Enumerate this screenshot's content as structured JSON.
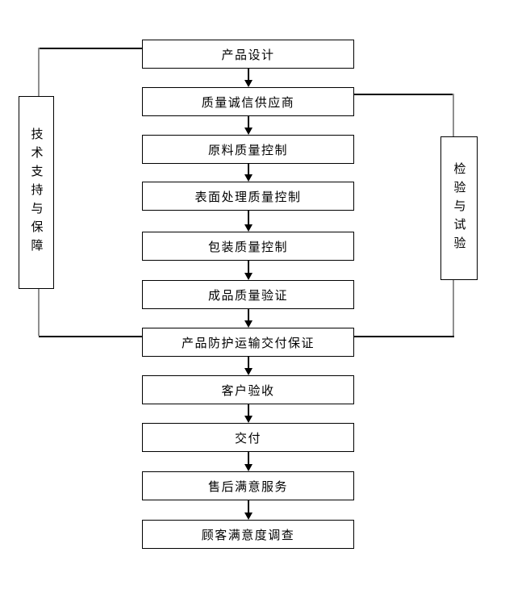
{
  "diagram": {
    "type": "flowchart",
    "background": "#ffffff",
    "colors": {
      "box_border": "#000000",
      "text": "#000000",
      "connector_horizontal": "#000000",
      "connector_vertical": "#8f8f8f",
      "arrow": "#000000"
    },
    "flow_boxes": [
      "产品设计",
      "质量诚信供应商",
      "原料质量控制",
      "表面处理质量控制",
      "包装质量控制",
      "成品质量验证",
      "产品防护运输交付保证",
      "客户验收",
      "交付",
      "售后满意服务",
      "顾客满意度调查"
    ],
    "side_boxes": {
      "left": "技术支持与保障",
      "right": "检验与试验"
    }
  }
}
